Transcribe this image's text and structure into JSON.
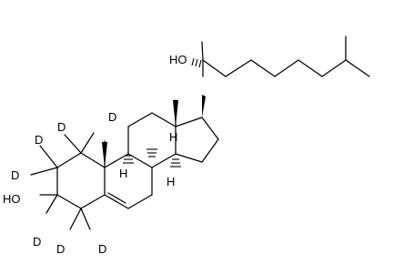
{
  "diagram": {
    "type": "chemical-structure",
    "atom_labels": [
      {
        "id": "ho_top",
        "text": "HO"
      },
      {
        "id": "ho_left",
        "text": "HO"
      },
      {
        "id": "d_1a",
        "text": "D"
      },
      {
        "id": "d_1b",
        "text": "D"
      },
      {
        "id": "d_2a",
        "text": "D"
      },
      {
        "id": "d_2b",
        "text": "D"
      },
      {
        "id": "d_3",
        "text": "D"
      },
      {
        "id": "d_4a",
        "text": "D"
      },
      {
        "id": "d_4b",
        "text": "D"
      },
      {
        "id": "h_9",
        "text": "H"
      },
      {
        "id": "h_8",
        "text": "H"
      },
      {
        "id": "h_14",
        "text": "H"
      }
    ]
  }
}
